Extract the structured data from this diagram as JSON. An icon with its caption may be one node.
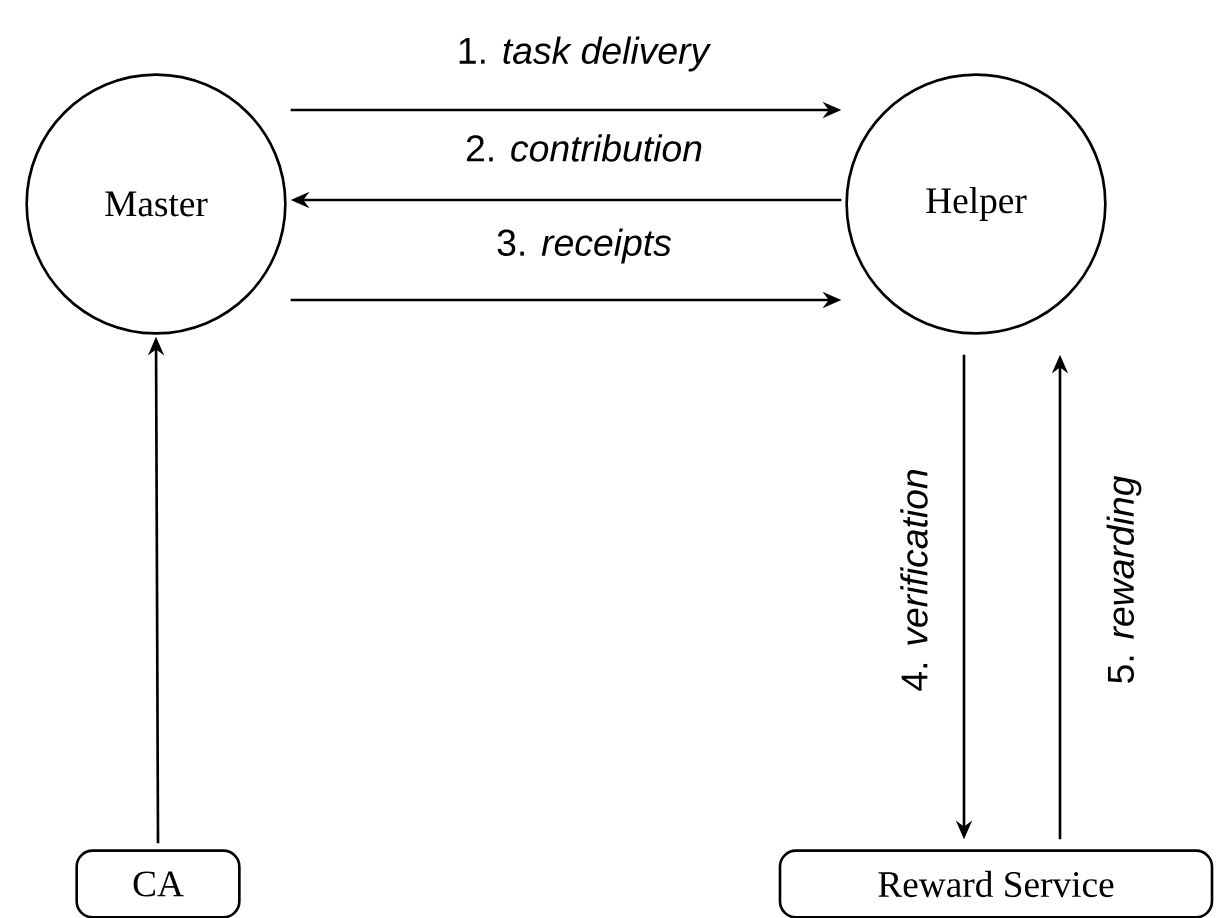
{
  "diagram": {
    "nodes": [
      {
        "text": [
          "Master"
        ]
      },
      {
        "text": [
          "Helper"
        ]
      },
      {
        "text": [
          "CA"
        ]
      },
      {
        "text": [
          "Reward Service"
        ]
      }
    ],
    "edges": [
      {
        "from": 0,
        "to": 1,
        "arrow": "to",
        "label": "1. *task delivery*"
      },
      {
        "from": 1,
        "to": 0,
        "arrow": "to",
        "label": "2. *contribution*"
      },
      {
        "from": 0,
        "to": 1,
        "arrow": "to",
        "label": "3. *receipts*"
      },
      {
        "from": 2,
        "to": 0,
        "arrow": "to"
      },
      {
        "from": 1,
        "to": 3,
        "arrow": "to",
        "label": "4. *verification*"
      },
      {
        "from": 3,
        "to": 1,
        "arrow": "to",
        "label": "5. *rewarding*"
      }
    ]
  }
}
